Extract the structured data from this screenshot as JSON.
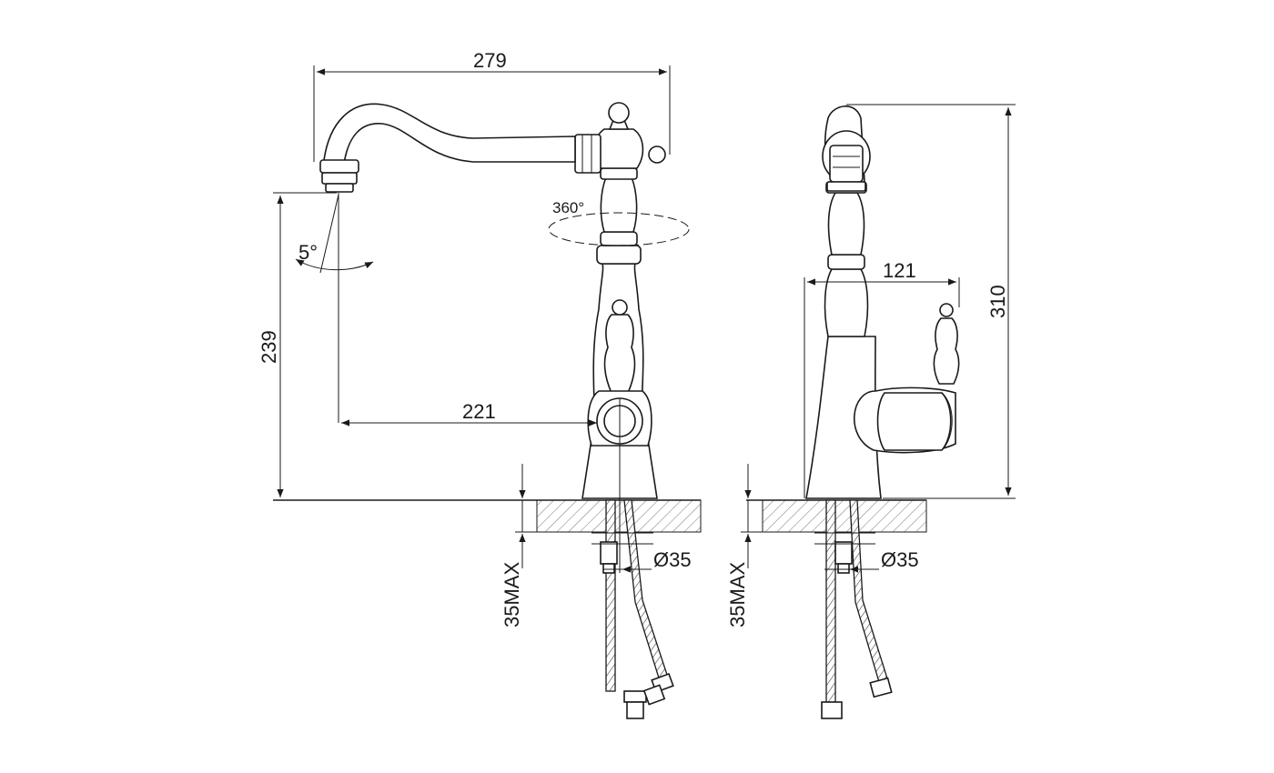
{
  "front_view": {
    "overall_width": "279",
    "spout_reach": "221",
    "spout_height": "239",
    "rotation": "360°",
    "tilt_angle": "5°",
    "hole_diameter": "Ø35",
    "max_countertop": "35MAX"
  },
  "side_view": {
    "depth": "121",
    "overall_height": "310",
    "hole_diameter": "Ø35",
    "max_countertop": "35MAX"
  },
  "colors": {
    "line": "#1a1a1a",
    "background": "#ffffff"
  }
}
